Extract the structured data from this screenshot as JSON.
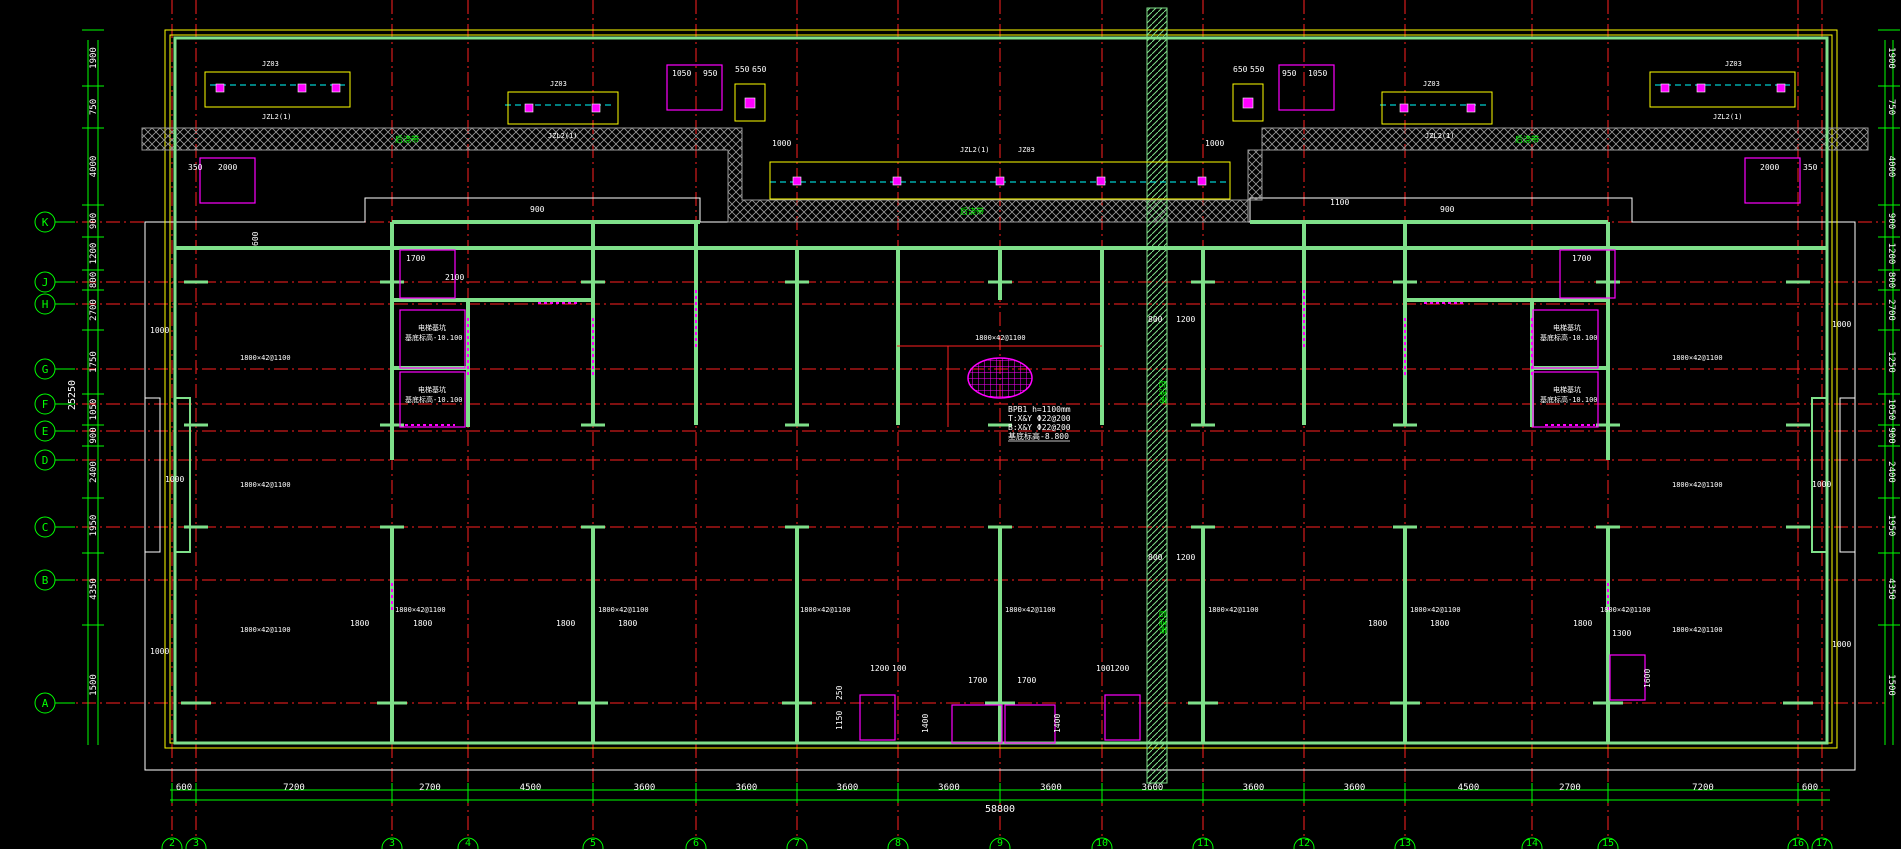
{
  "colors": {
    "background": "#000000",
    "axis_line": "#ff2020",
    "wall": "#7fe08a",
    "dimension": "#00ff00",
    "outline": "#ffffff",
    "yellow": "#ffff00",
    "magenta": "#ff00ff",
    "cyan": "#00ffff",
    "grey_hatch": "#9a9a9a"
  },
  "axes": {
    "rows": [
      {
        "label": "K"
      },
      {
        "label": "J"
      },
      {
        "label": "H"
      },
      {
        "label": "G"
      },
      {
        "label": "F"
      },
      {
        "label": "E"
      },
      {
        "label": "D"
      },
      {
        "label": "C"
      },
      {
        "label": "B"
      },
      {
        "label": "A"
      }
    ],
    "cols": [
      {
        "label": "2"
      },
      {
        "label": "3"
      },
      {
        "label": "3"
      },
      {
        "label": "4"
      },
      {
        "label": "5"
      },
      {
        "label": "6"
      },
      {
        "label": "7"
      },
      {
        "label": "8"
      },
      {
        "label": "9"
      },
      {
        "label": "10"
      },
      {
        "label": "11"
      },
      {
        "label": "12"
      },
      {
        "label": "13"
      },
      {
        "label": "14"
      },
      {
        "label": "15"
      },
      {
        "label": "16"
      },
      {
        "label": "17"
      }
    ]
  },
  "bottom_dims": [
    {
      "text": "600"
    },
    {
      "text": "7200"
    },
    {
      "text": "2700"
    },
    {
      "text": "4500"
    },
    {
      "text": "3600"
    },
    {
      "text": "3600"
    },
    {
      "text": "3600"
    },
    {
      "text": "3600"
    },
    {
      "text": "3600"
    },
    {
      "text": "3600"
    },
    {
      "text": "3600"
    },
    {
      "text": "3600"
    },
    {
      "text": "4500"
    },
    {
      "text": "2700"
    },
    {
      "text": "7200"
    },
    {
      "text": "600"
    }
  ],
  "total_width": "58800",
  "left_dims": [
    {
      "text": "1900"
    },
    {
      "text": "750"
    },
    {
      "text": "4000"
    },
    {
      "text": "900"
    },
    {
      "text": "1200"
    },
    {
      "text": "800"
    },
    {
      "text": "2700"
    },
    {
      "text": "1750"
    },
    {
      "text": "1050"
    },
    {
      "text": "900"
    },
    {
      "text": "2400"
    },
    {
      "text": "1950"
    },
    {
      "text": "4350"
    },
    {
      "text": "1500"
    }
  ],
  "left_total": "25250",
  "right_dims": [
    {
      "text": "1900"
    },
    {
      "text": "750"
    },
    {
      "text": "4000"
    },
    {
      "text": "900"
    },
    {
      "text": "1200"
    },
    {
      "text": "800"
    },
    {
      "text": "2700"
    },
    {
      "text": "1250"
    },
    {
      "text": "1050"
    },
    {
      "text": "900"
    },
    {
      "text": "2400"
    },
    {
      "text": "1950"
    },
    {
      "text": "4350"
    },
    {
      "text": "1500"
    }
  ],
  "notes": {
    "sump_1": "BPB1 h=1100mm",
    "sump_2": "T:X&Y  Φ22@200",
    "sump_3": "B:X&Y  Φ22@200",
    "sump_4": "基底标高-8.800",
    "slab_ref": "1800×42@1100",
    "zone_ref": "JZL2(1)",
    "zone_ref2": "JZ03",
    "shaft": "电梯基坑",
    "shaft_elev": "基底标高-10.100",
    "strip_label": "后浇带"
  },
  "small_dims": {
    "d1050": "1050",
    "d950": "950",
    "d550": "550",
    "d650": "650",
    "d1000": "1000",
    "d1700": "1700",
    "d1200": "1200",
    "d100": "100",
    "d2100": "2100",
    "d1800": "1800",
    "d1300": "1300",
    "d1600": "1600",
    "d1400": "1400",
    "d250": "250",
    "d600": "600",
    "d800": "800",
    "d2000": "2000",
    "d350": "350",
    "d900": "900",
    "d1100": "1100",
    "d1150": "1150"
  }
}
